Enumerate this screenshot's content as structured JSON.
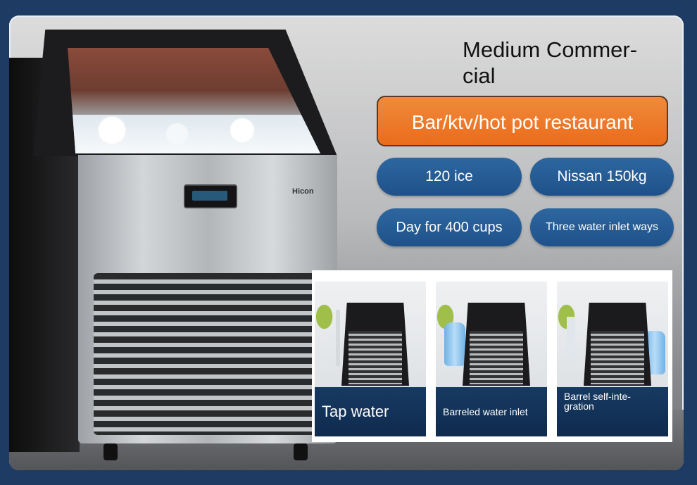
{
  "title": "Medium Commer-\ncial",
  "banner": "Bar/ktv/hot pot restaurant",
  "brand": "Hicon",
  "pills": [
    {
      "label": "120 ice"
    },
    {
      "label": "Nissan 150kg"
    },
    {
      "label": "Day for 400 cups"
    },
    {
      "label": "Three water inlet ways"
    }
  ],
  "options": [
    {
      "label": "Tap water"
    },
    {
      "label": "Barreled water inlet"
    },
    {
      "label": "Barrel self-inte-\ngration"
    }
  ],
  "colors": {
    "banner": "#ea6c1b",
    "pill": "#1f5189",
    "caption": "#0f2b4d"
  }
}
